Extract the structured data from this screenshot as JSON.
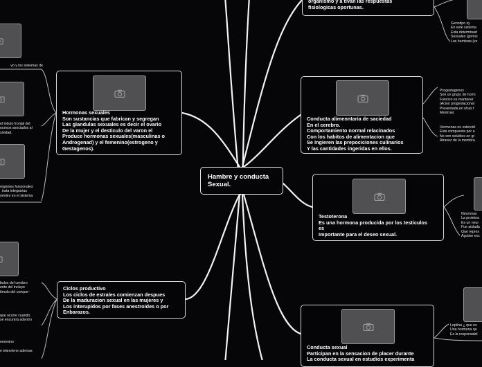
{
  "center": {
    "title": "Hambre y conducta\nSexual."
  },
  "nodes": {
    "top": "organismo y a tivan las respuestas\nfisiologicas oportunas.",
    "hormonas": "Hormonas sexuales\nSon sustancias que fabrican y segregan\nLas glandulas sexuales es decir el ovario\nDe la mujer y el desticulo del varon el\nProduce hormonas sexuales(masculinas o\nAndrogenad) y el femenino(estrogeno y\nGestagenos).",
    "saciedad": "Conducta alimenntaria de saciedad\nEn el cerebro.\nComportamiento normal relacinados\nCon los habitos de alimentacion que\nSe Ingieren las prepociciones culinarios\nY las cantidades ingeridas en ellos.",
    "testosterona": "Testoterona\nEs una hormona producida por los testiculos\nes\nImportante para el deseo sexual.",
    "ciclos": "Ciclos productivo\nLos ciclos de estrales comienzan despues\nDe la maduracion sexual en las mujeres y\nLos interupidos por fases anestroides o por\nEnbarazos.",
    "conducta_sexual": "Conducta sexual\nParticipan en la sensacion de placer durante\nLa conducta sexual en estudios experimenta"
  },
  "leaves": {
    "l_genotipo": "Genotipo xy\nEn este sistema\nEsta determinad\nSexuales (gonos\nLas hembras (xx",
    "l_progestagenos": "Progestagenos\nSon un grupo de horm\nFuncion es mantener\n(Acion progestacional\nPresentada en otras f\nMestrual.",
    "l_hormonas_no": "Hormonas no esteroid\nEsta compuesta por a\nNo son solubles en gr\nAtravez de la membra",
    "l_neuronas": "Neuronas\nLa proteina\nEs un neur\nFue aislada\nQue repres\nAgutise exc",
    "l_leptina": "Leptina ¿ que es\nUna hormona qu\nEs la responsabil",
    "l_sistemas": "vo y los sistemas de",
    "l_lobulo": "el lobulo frontal del\nocesos asociados al\nsividad.",
    "l_regiones": "regiones funcionales\n  trata integrarias\norioles en el sistema",
    "l_bulos": "bulos del cerebro\nente del incluye\ntimulo del compor-",
    "l_ocurre": "que ocurre cuando\nse encuntra adentro",
    "l_femenino": "emenino",
    "l_interviene": "e interviene ademas"
  }
}
